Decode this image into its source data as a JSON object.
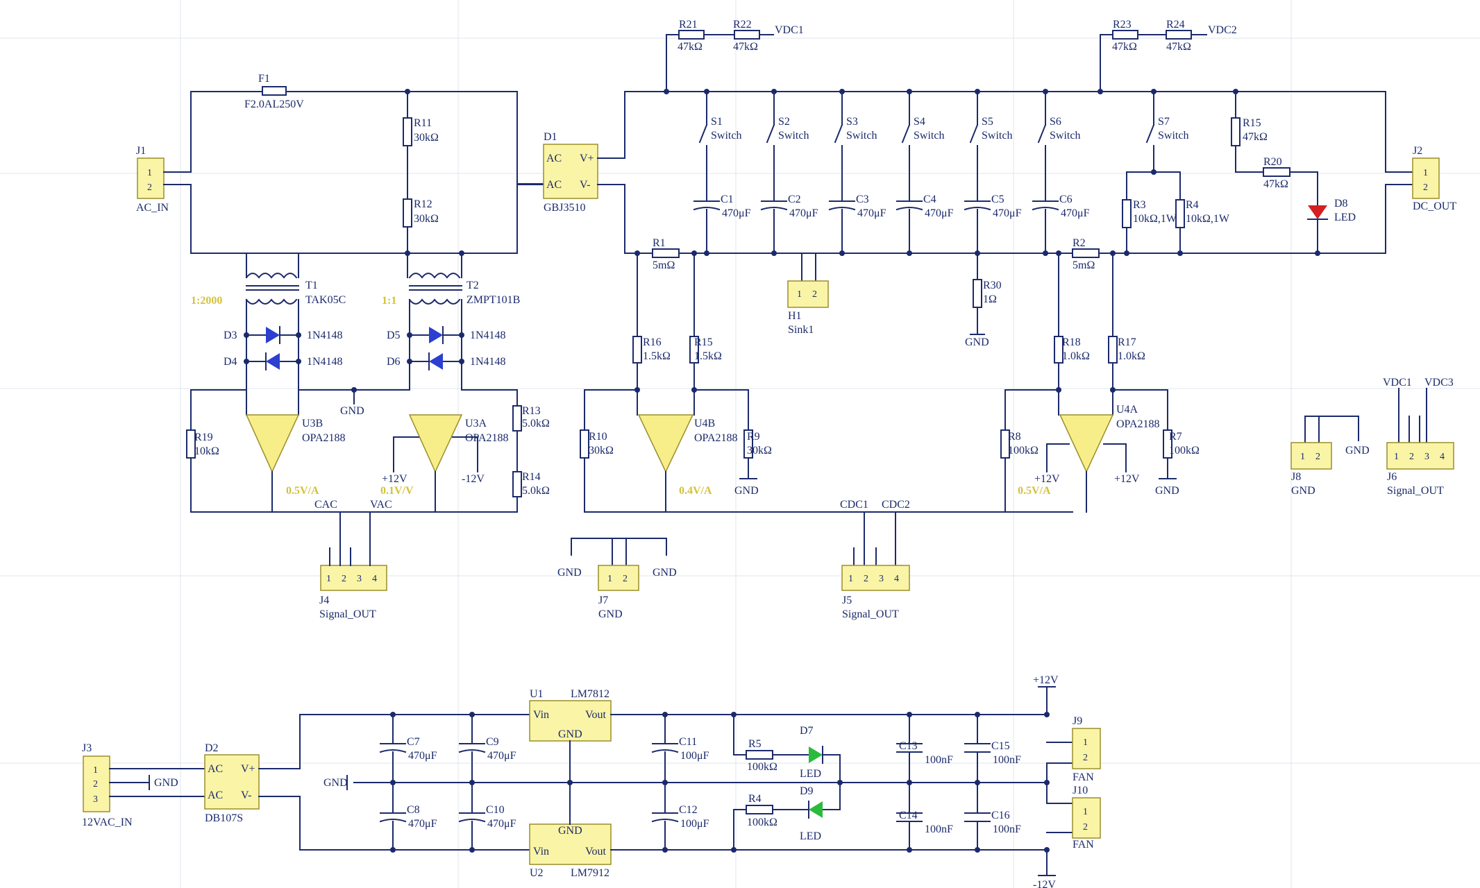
{
  "labels": {
    "F1": "F1",
    "F1_val": "F2.0AL250V",
    "J1": "J1",
    "J1_name": "AC_IN",
    "D1": "D1",
    "D1_name": "GBJ3510",
    "D1_ac1": "AC",
    "D1_ac2": "AC",
    "D1_vp": "V+",
    "D1_vm": "V-",
    "R11": "R11",
    "R11_val": "30kΩ",
    "R12": "R12",
    "R12_val": "30kΩ",
    "T1": "T1",
    "T1_name": "TAK05C",
    "T2": "T2",
    "T2_name": "ZMPT101B",
    "T1_side": "1:2000",
    "T2_side": "1:1",
    "D3": "D3",
    "D4": "D4",
    "D5": "D5",
    "D6": "D6",
    "D3_val": "1N4148",
    "D4_val": "1N4148",
    "D5_val": "1N4148",
    "D6_val": "1N4148",
    "U3B": "U3B",
    "U3B_name": "OPA2188",
    "U3A": "U3A",
    "U3A_name": "OPA2188",
    "R19": "R19",
    "R19_val": "10kΩ",
    "R13": "R13",
    "R13_val": "5.0kΩ",
    "R14": "R14",
    "R14_val": "5.0kΩ",
    "GND_a": "GND",
    "p12V_a": "+12V",
    "m12V_a": "-12V",
    "gain1": "0.5V/A",
    "gain2": "0.1V/V",
    "CAC": "CAC",
    "VAC": "VAC",
    "J4": "J4",
    "J4_name": "Signal_OUT",
    "R21": "R21",
    "R21_val": "47kΩ",
    "R22": "R22",
    "R22_val": "47kΩ",
    "VDC1": "VDC1",
    "R23": "R23",
    "R23_val": "47kΩ",
    "R24": "R24",
    "R24_val": "47kΩ",
    "VDC2": "VDC2",
    "S1": "S1",
    "S2": "S2",
    "S3": "S3",
    "S4": "S4",
    "S5": "S5",
    "S6": "S6",
    "S7": "S7",
    "switch": "Switch",
    "C1": "C1",
    "C2": "C2",
    "C3": "C3",
    "C4": "C4",
    "C5": "C5",
    "C6": "C6",
    "c470": "470μF",
    "R15a": "R15",
    "R15a_val": "47kΩ",
    "R20": "R20",
    "R20_val": "47kΩ",
    "D8": "D8",
    "D8_name": "LED",
    "J2": "J2",
    "J2_name": "DC_OUT",
    "R3": "R3",
    "R3_val": "10kΩ,1W",
    "R4b": "R4",
    "R4b_val": "10kΩ,1W",
    "R1": "R1",
    "R1_val": "5mΩ",
    "R2": "R2",
    "R2_val": "5mΩ",
    "H1": "H1",
    "H1_name": "Sink1",
    "R30": "R30",
    "R30_val": "1Ω",
    "GND_r30": "GND",
    "R16": "R16",
    "R16_val": "1.5kΩ",
    "R15": "R15",
    "R15_val": "1.5kΩ",
    "R18": "R18",
    "R18_val": "1.0kΩ",
    "R17": "R17",
    "R17_val": "1.0kΩ",
    "U4B": "U4B",
    "U4B_name": "OPA2188",
    "U4A": "U4A",
    "U4A_name": "OPA2188",
    "R10": "R10",
    "R10_val": "30kΩ",
    "R9": "R9",
    "R9_val": "30kΩ",
    "R8": "R8",
    "R8_val": "100kΩ",
    "R7": "R7",
    "R7_val": "100kΩ",
    "gain3": "0.4V/A",
    "gain4": "0.5V/A",
    "GND_b": "GND",
    "GND_c": "GND",
    "p12V_b": "+12V",
    "p12V_c": "+12V",
    "CDC1": "CDC1",
    "CDC2": "CDC2",
    "J5": "J5",
    "J5_name": "Signal_OUT",
    "J7": "J7",
    "J7_name": "GND",
    "GND_j7a": "GND",
    "GND_j7b": "GND",
    "J8": "J8",
    "J8_name": "GND",
    "GND_j8": "GND",
    "J6": "J6",
    "J6_name": "Signal_OUT",
    "VDC1_j6": "VDC1",
    "VDC3_j6": "VDC3",
    "J3": "J3",
    "J3_name": "12VAC_IN",
    "GND_j3": "GND",
    "D2": "D2",
    "D2_name": "DB107S",
    "D2_ac1": "AC",
    "D2_ac2": "AC",
    "D2_vp": "V+",
    "D2_vm": "V-",
    "GND_mid": "GND",
    "C7": "C7",
    "C8": "C8",
    "C9": "C9",
    "C10": "C10",
    "C11": "C11",
    "C12": "C12",
    "C11_val": "100μF",
    "C12_val": "100μF",
    "U1": "U1",
    "U1_name": "LM7812",
    "U1_vin": "Vin",
    "U1_vout": "Vout",
    "U1_gnd": "GND",
    "U2": "U2",
    "U2_name": "LM7912",
    "U2_vin": "Vin",
    "U2_vout": "Vout",
    "U2_gnd": "GND",
    "R5": "R5",
    "R5_val": "100kΩ",
    "R4": "R4",
    "R4_val": "100kΩ",
    "D7": "D7",
    "D7_name": "LED",
    "D9": "D9",
    "D9_name": "LED",
    "C13": "C13",
    "C14": "C14",
    "C15": "C15",
    "C16": "C16",
    "c100n": "100nF",
    "p12V_r": "+12V",
    "m12V_r": "-12V",
    "J9": "J9",
    "J9_name": "FAN",
    "J10": "J10",
    "J10_name": "FAN",
    "pin1": "1",
    "pin2": "2",
    "pin3": "3",
    "pin4": "4"
  }
}
